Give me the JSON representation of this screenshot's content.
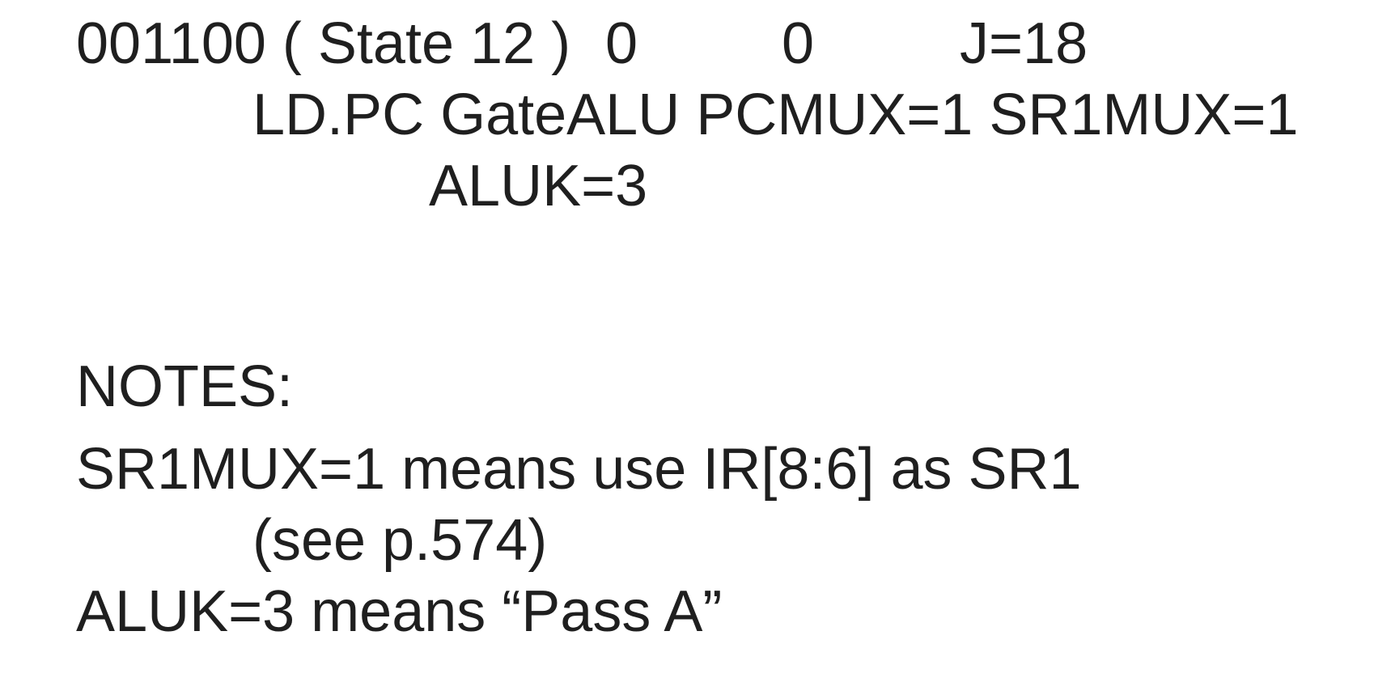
{
  "microinstruction": {
    "address_state": "001100 ( State 12 )",
    "cond": "0",
    "ird": "0",
    "j_field": "J=18",
    "signals_line1": "LD.PC GateALU PCMUX=1 SR1MUX=1",
    "signals_line2": "ALUK=3"
  },
  "notes": {
    "heading": "NOTES:",
    "note1_line1": "SR1MUX=1 means use IR[8:6] as SR1",
    "note1_line2": "(see p.574)",
    "note2": "ALUK=3 means “Pass A”"
  }
}
